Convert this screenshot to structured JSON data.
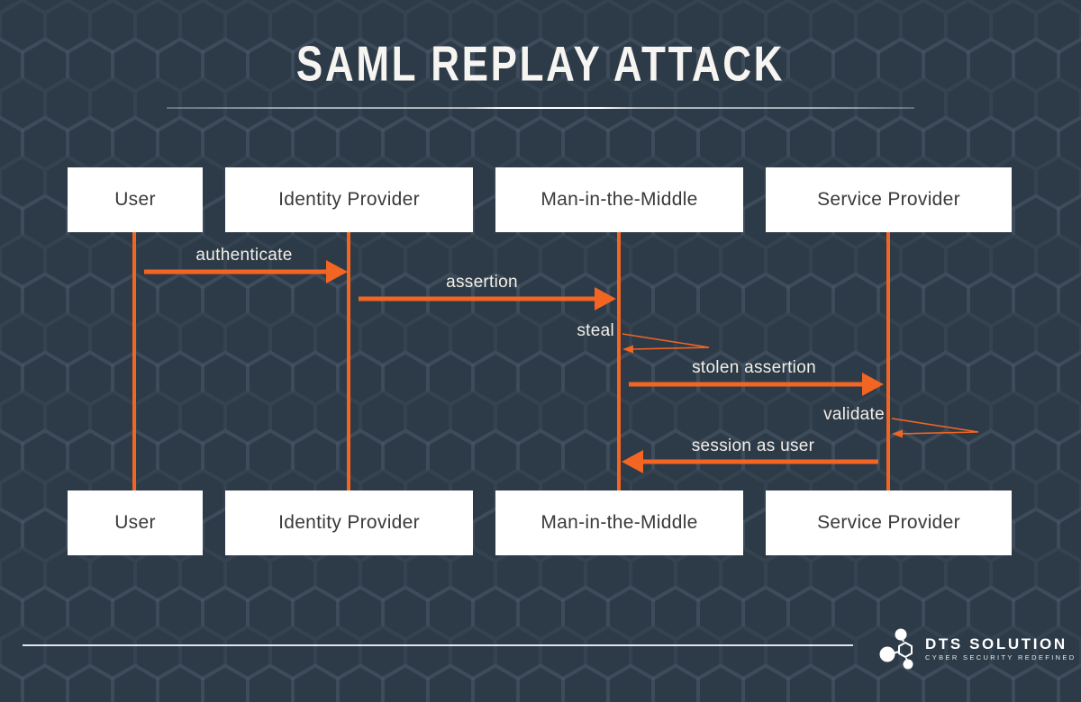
{
  "title": "SAML REPLAY ATTACK",
  "participants": [
    {
      "id": "user",
      "label": "User"
    },
    {
      "id": "identity-provider",
      "label": "Identity Provider"
    },
    {
      "id": "man-in-the-middle",
      "label": "Man-in-the-Middle"
    },
    {
      "id": "service-provider",
      "label": "Service Provider"
    }
  ],
  "messages": [
    {
      "label": "authenticate",
      "from": "user",
      "to": "identity-provider",
      "type": "solid-arrow"
    },
    {
      "label": "assertion",
      "from": "identity-provider",
      "to": "man-in-the-middle",
      "type": "solid-arrow"
    },
    {
      "label": "steal",
      "from": "man-in-the-middle",
      "to": "man-in-the-middle",
      "type": "self-loop"
    },
    {
      "label": "stolen assertion",
      "from": "man-in-the-middle",
      "to": "service-provider",
      "type": "solid-arrow"
    },
    {
      "label": "validate",
      "from": "service-provider",
      "to": "service-provider",
      "type": "self-loop"
    },
    {
      "label": "session as user",
      "from": "service-provider",
      "to": "man-in-the-middle",
      "type": "solid-arrow"
    }
  ],
  "footer": {
    "brand": "DTS SOLUTION",
    "tagline": "CYBER SECURITY REDEFINED"
  },
  "colors": {
    "background": "#2d3a47",
    "accent_orange": "#f26522",
    "box_background": "#ffffff",
    "box_text": "#3a3a3a",
    "label_text": "#f2efe9",
    "title_text": "#f7f5f1"
  },
  "icons": {
    "logo_icon": "dts-molecule-icon",
    "background_motif": "hexagon-pattern"
  }
}
